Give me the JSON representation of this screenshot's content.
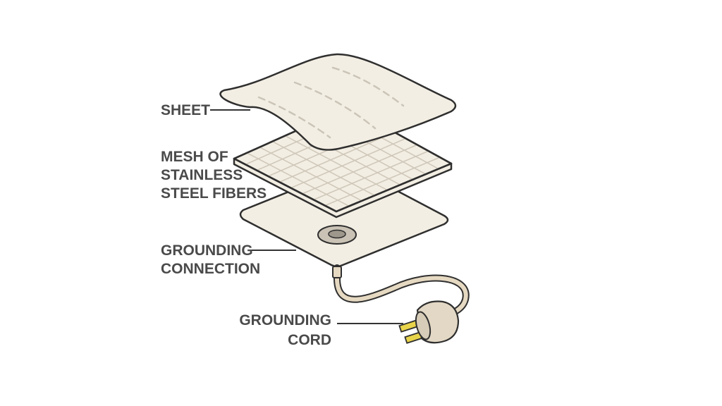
{
  "labels": {
    "sheet": "SHEET",
    "mesh": [
      "MESH OF",
      "STAINLESS",
      "STEEL FIBERS"
    ],
    "grounding_connection": [
      "GROUNDING",
      "CONNECTION"
    ],
    "grounding_cord": [
      "GROUNDING",
      "CORD"
    ]
  },
  "colors": {
    "fabric": "#f3eee3",
    "outline": "#2f2f2f",
    "label": "#4a4a4a",
    "prongs": "#e8d44a",
    "cord": "#e6d9c2"
  }
}
